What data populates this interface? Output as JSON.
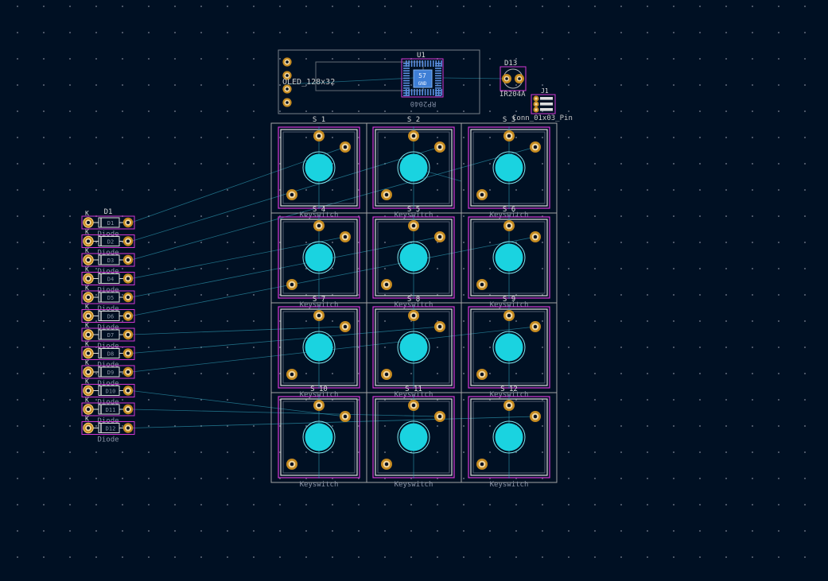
{
  "colors": {
    "background": "#001023",
    "grid_dot": "#4a5566",
    "ratsnest": "#2f9fb8",
    "pad_copper": "#c58a1f",
    "pad_hole": "#f2d7a0",
    "courtyard": "#d437d4",
    "silkscreen": "#dcdcdc",
    "fab_text": "#8a93a6",
    "npth": "#1ad3e0",
    "edge": "#a5a5a5",
    "chip": "#3f7fd6"
  },
  "display": {
    "ref": "OLED_128x32"
  },
  "mcu": {
    "ref": "U1",
    "pin_label": "57",
    "pin_net": "GND",
    "value": "RP2040"
  },
  "ir_led": {
    "ref": "D13",
    "value": "IR204A"
  },
  "connector": {
    "ref": "J1",
    "value": "Conn_01x03_Pin"
  },
  "switches": [
    {
      "ref": "S_1",
      "value": "Keyswitch"
    },
    {
      "ref": "S_2",
      "value": "Keyswitch"
    },
    {
      "ref": "S_3",
      "value": "Keyswitch"
    },
    {
      "ref": "S_4",
      "value": "Keyswitch"
    },
    {
      "ref": "S_5",
      "value": "Keyswitch"
    },
    {
      "ref": "S_6",
      "value": "Keyswitch"
    },
    {
      "ref": "S_7",
      "value": "Keyswitch"
    },
    {
      "ref": "S_8",
      "value": "Keyswitch"
    },
    {
      "ref": "S_9",
      "value": "Keyswitch"
    },
    {
      "ref": "S_10",
      "value": "Keyswitch"
    },
    {
      "ref": "S_11",
      "value": "Keyswitch"
    },
    {
      "ref": "S_12",
      "value": "Keyswitch"
    }
  ],
  "diodes": [
    {
      "ref": "D1",
      "value": "Diode",
      "pin": "K"
    },
    {
      "ref": "D2",
      "value": "Diode",
      "pin": "K"
    },
    {
      "ref": "D3",
      "value": "Diode",
      "pin": "K"
    },
    {
      "ref": "D4",
      "value": "Diode",
      "pin": "K"
    },
    {
      "ref": "D5",
      "value": "Diode",
      "pin": "K"
    },
    {
      "ref": "D6",
      "value": "Diode",
      "pin": "K"
    },
    {
      "ref": "D7",
      "value": "Diode",
      "pin": "K"
    },
    {
      "ref": "D8",
      "value": "Diode",
      "pin": "K"
    },
    {
      "ref": "D9",
      "value": "Diode",
      "pin": "K"
    },
    {
      "ref": "D10",
      "value": "Diode",
      "pin": "K"
    },
    {
      "ref": "D11",
      "value": "Diode",
      "pin": "K"
    },
    {
      "ref": "D12",
      "value": "Diode",
      "pin": "K"
    }
  ]
}
